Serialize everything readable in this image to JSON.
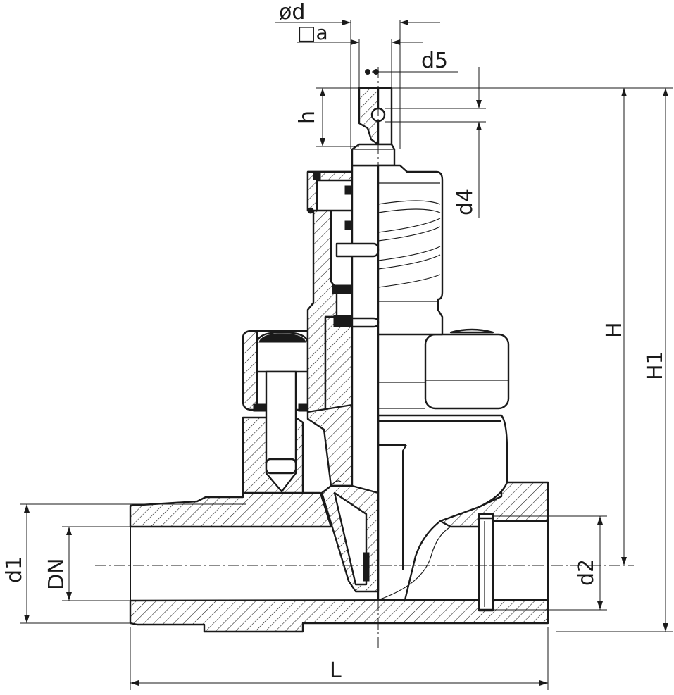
{
  "labels": {
    "od": "ød",
    "sq_a": "□a",
    "d5": "d5",
    "h": "h",
    "d4": "d4",
    "H": "H",
    "H1": "H1",
    "d1": "d1",
    "DN": "DN",
    "d2": "d2",
    "L": "L"
  }
}
